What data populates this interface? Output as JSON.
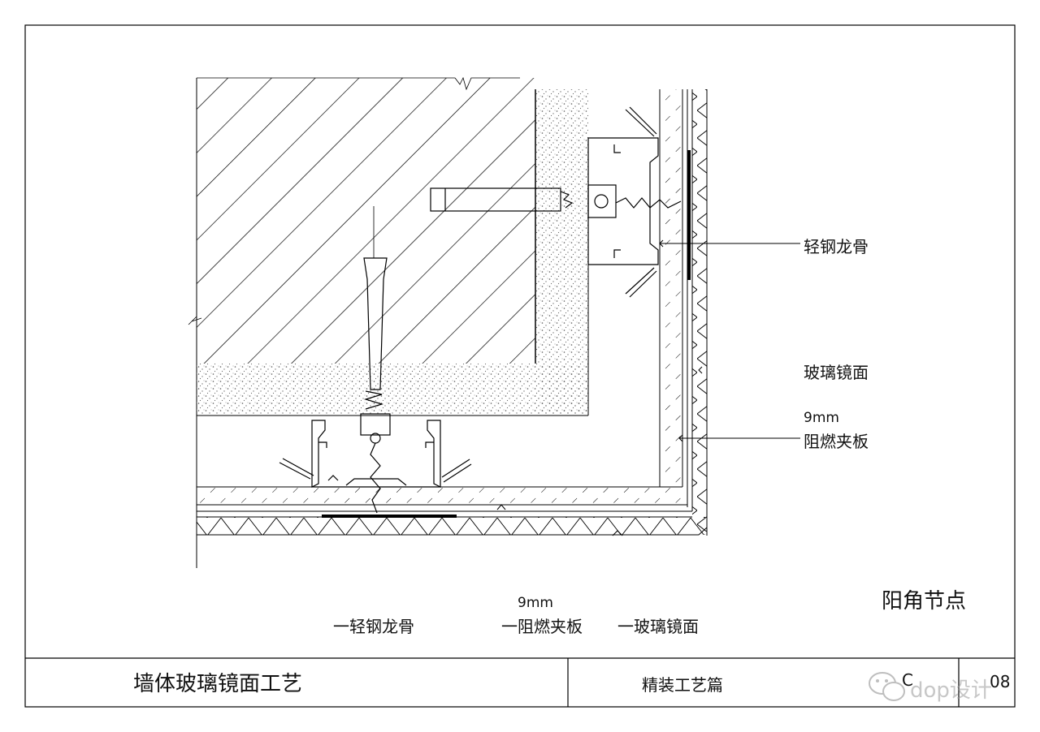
{
  "callouts": {
    "keel": "轻钢龙骨",
    "mirror": "玻璃镜面",
    "board_thickness": "9mm",
    "board": "阻燃夹板"
  },
  "legend": {
    "keel": "一轻钢龙骨",
    "board_thickness": "9mm",
    "board": "一阻燃夹板",
    "mirror": "一玻璃镜面"
  },
  "detail_name": "阳角节点",
  "title_block": {
    "project": "墙体玻璃镜面工艺",
    "category": "精装工艺篇",
    "code_left": "C",
    "code_right": "08"
  },
  "watermark": {
    "text": "dop设计",
    "icon": "wechat-bubbles-icon"
  },
  "colors": {
    "line": "#000000",
    "paper": "#ffffff",
    "watermark": "#9a9a9a"
  }
}
